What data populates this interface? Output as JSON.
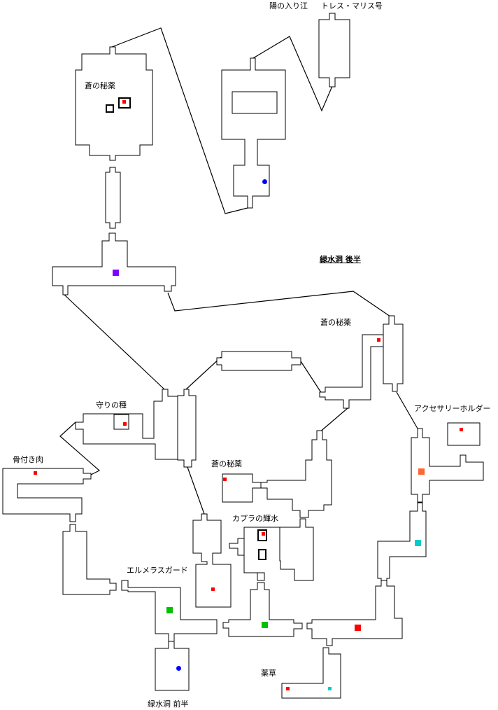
{
  "map": {
    "title": "緑水洞 後半",
    "labels": {
      "sunny_inlet": "陽の入り江",
      "tres_maris": "トレス・マリス号",
      "blue_medicine_1": "蒼の秘薬",
      "blue_medicine_2": "蒼の秘薬",
      "blue_medicine_3": "蒼の秘薬",
      "guard_seed": "守りの種",
      "meat_on_bone": "骨付き肉",
      "accessory_holder": "アクセサリーホルダー",
      "capra_water": "カプラの輝水",
      "elmeras_guard": "エルメラスガード",
      "medicinal_herb": "薬草",
      "front_half": "緑水洞 前半"
    },
    "marker_colors": {
      "item": "#ff0000",
      "exit": "#0000ff",
      "save": "#7f00ff",
      "event_green": "#00c000",
      "event_cyan": "#00cccc",
      "event_orange": "#ff6633",
      "boss": "#ff0000"
    }
  }
}
